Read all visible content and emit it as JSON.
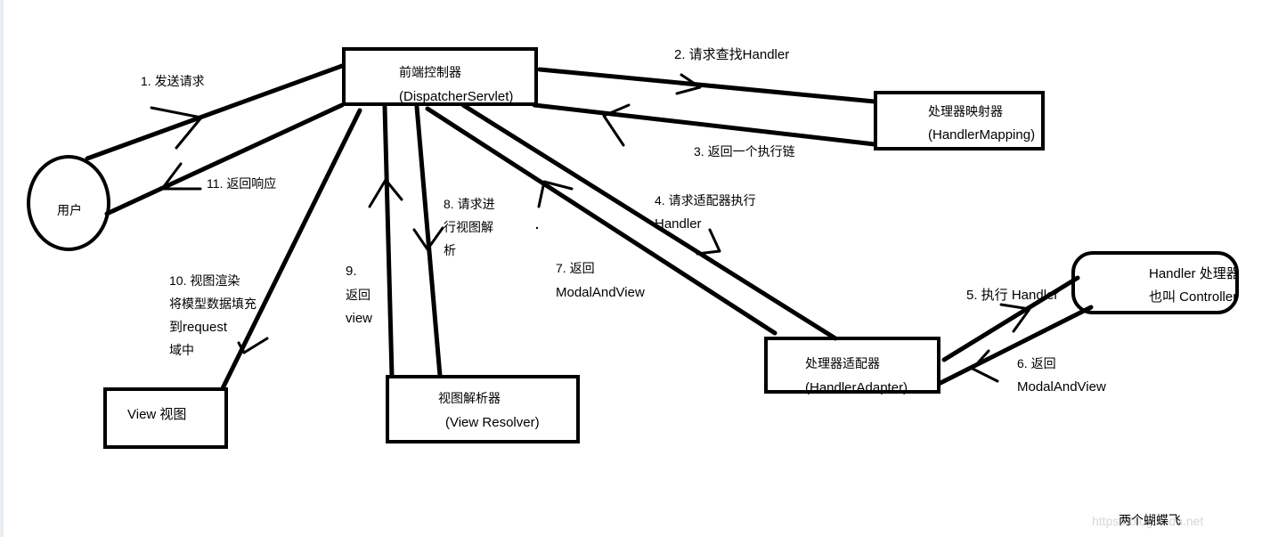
{
  "nodes": {
    "user": {
      "label": "用户"
    },
    "dispatcher": {
      "line1": "前端控制器",
      "line2": "(DispatcherServlet)"
    },
    "mapping": {
      "line1": "处理器映射器",
      "line2": "(HandlerMapping)"
    },
    "adapter": {
      "line1": "处理器适配器",
      "line2": "(HandlerAdapter)"
    },
    "handler": {
      "line1": "Handler 处理器",
      "line2": "也叫 Controller"
    },
    "resolver": {
      "line1": "视图解析器",
      "line2": "(View Resolver)"
    },
    "view": {
      "label": "View 视图"
    }
  },
  "steps": {
    "s1": "1. 发送请求",
    "s2": "2. 请求查找Handler",
    "s3": "3. 返回一个执行链",
    "s4": {
      "line1": "4. 请求适配器执行",
      "line2": "Handler"
    },
    "s5": "5. 执行 Handler",
    "s6": {
      "line1": "6. 返回",
      "line2": "ModalAndView"
    },
    "s7": {
      "line1": "7. 返回",
      "line2": "ModalAndView"
    },
    "s8": {
      "line1": "8. 请求进",
      "line2": "行视图解",
      "line3": "析"
    },
    "s9": {
      "line1": "9.",
      "line2": "返回",
      "line3": "view"
    },
    "s10": {
      "line1": "10. 视图渲染",
      "line2": "将模型数据填充",
      "line3": "到request",
      "line4": "域中"
    },
    "s11": "11. 返回响应"
  },
  "watermark": {
    "url": "https://blog.csdn.net",
    "author": "两个蝴蝶飞"
  }
}
